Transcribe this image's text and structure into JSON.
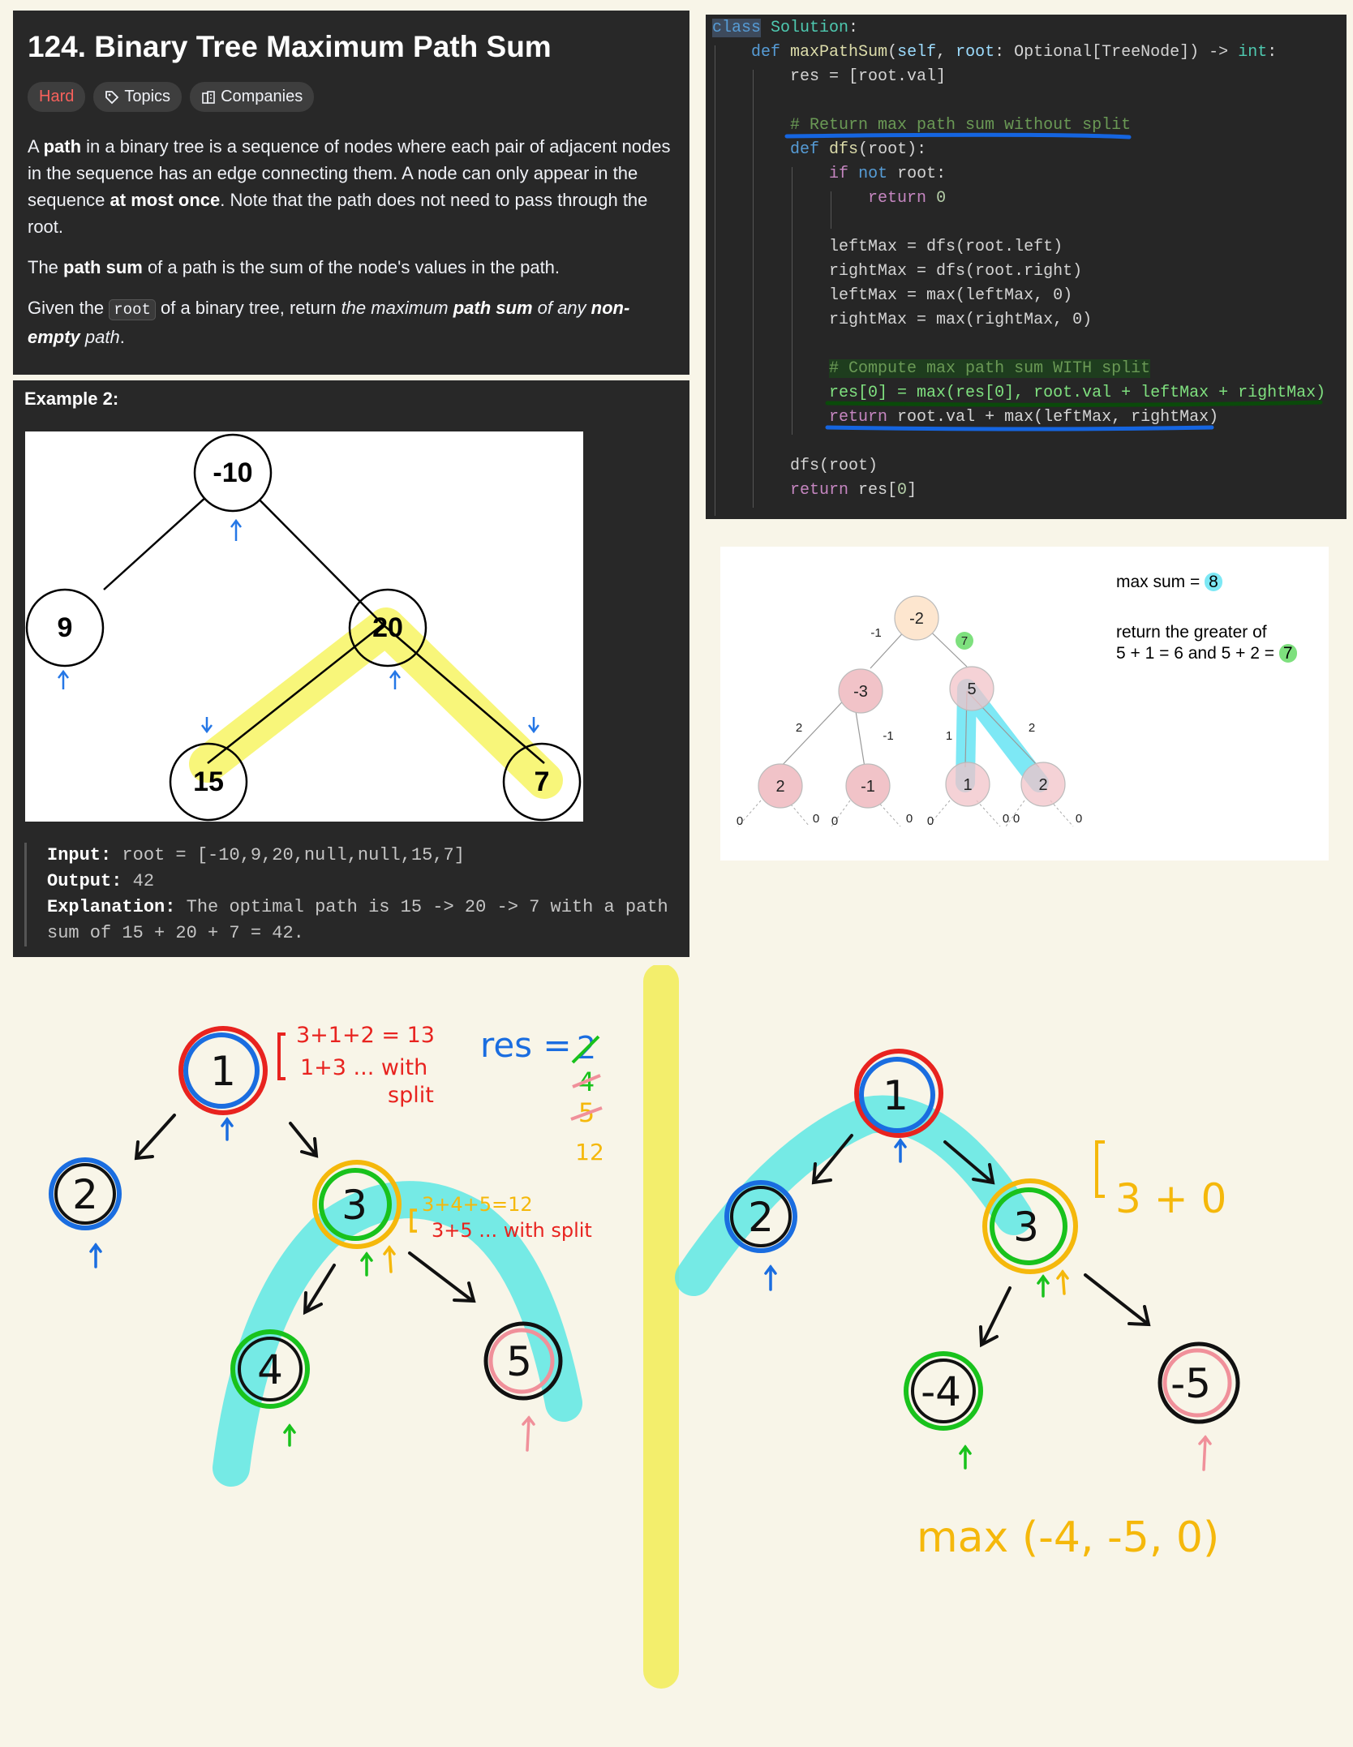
{
  "problem": {
    "title": "124. Binary Tree Maximum Path Sum",
    "difficulty": "Hard",
    "topics_label": "Topics",
    "companies_label": "Companies",
    "p1": {
      "a": "A ",
      "b": "path",
      "c": " in a binary tree is a sequence of nodes where each pair of adjacent nodes in the sequence has an edge connecting them. A node can only appear in the sequence ",
      "d": "at most once",
      "e": ". Note that the path does not need to pass through the root."
    },
    "p2": {
      "a": "The ",
      "b": "path sum",
      "c": " of a path is the sum of the node's values in the path."
    },
    "p3": {
      "a": "Given the ",
      "code": "root",
      "b": " of a binary tree, return ",
      "c": "the maximum ",
      "d": "path sum",
      "e": " of any ",
      "f": "non-empty",
      "g": " path",
      "h": "."
    }
  },
  "example": {
    "label": "Example 2:",
    "tree": {
      "root": "-10",
      "left": "9",
      "right": "20",
      "right_left": "15",
      "right_right": "7"
    },
    "input_label": "Input:",
    "input_value": "root = [-10,9,20,null,null,15,7]",
    "output_label": "Output:",
    "output_value": "42",
    "explanation_label": "Explanation:",
    "explanation_line1": "The optimal path is 15 -> 20 -> 7 with a path",
    "explanation_line2": "sum of 15 + 20 + 7 = 42."
  },
  "code": {
    "l1_kw": "class",
    "l1_name": "Solution",
    "l1_end": ":",
    "l2_kw": "def",
    "l2_fn": "maxPathSum",
    "l2_a": "(",
    "l2_self": "self",
    "l2_b": ", ",
    "l2_root": "root",
    "l2_c": ": Optional[TreeNode]) -> ",
    "l2_int": "int",
    "l2_d": ":",
    "l3": "res = [root.val]",
    "l5": "# Return max path sum without split",
    "l6_kw": "def",
    "l6_fn": "dfs",
    "l6_rest": "(root):",
    "l7_if": "if",
    "l7_not": "not",
    "l7_rest": " root:",
    "l8_kw": "return",
    "l8_num": "0",
    "l10": "leftMax = dfs(root.left)",
    "l11": "rightMax = dfs(root.right)",
    "l12": "leftMax = max(leftMax, 0)",
    "l13": "rightMax = max(rightMax, 0)",
    "l15": "# Compute max path sum WITH split",
    "l16": "res[0] = max(res[0], root.val + leftMax + rightMax)",
    "l17_kw": "return",
    "l17_rest": " root.val + max(leftMax, rightMax)",
    "l19": "dfs(root)",
    "l20_kw": "return",
    "l20_a": " res[",
    "l20_num": "0",
    "l20_b": "]"
  },
  "diagram": {
    "nodes": {
      "root": "-2",
      "l": "-3",
      "r": "5",
      "ll": "2",
      "lr": "-1",
      "rl": "1",
      "rr": "2"
    },
    "edge_labels": {
      "root_l": "-1",
      "root_r": "7",
      "l_ll": "2",
      "l_lr": "-1",
      "r_rl": "1",
      "r_rr": "2",
      "z": "0"
    },
    "max_sum_label": "max sum = ",
    "max_sum_value": "8",
    "return_line1": "return the greater of",
    "return_line2": "5 + 1 = 6 and 5 + 2 = ",
    "return_value": "7"
  },
  "whiteboard": {
    "left_tree": {
      "root": "1",
      "left": "2",
      "right": "3",
      "right_left": "4",
      "right_right": "5"
    },
    "note_root_1": "3+1+2 = 13",
    "note_root_2": "1+3 ... with",
    "note_root_3": "split",
    "res_label": "res =",
    "res_values": [
      "2",
      "4",
      "5",
      "12"
    ],
    "note_3_1": "3+4+5=12",
    "note_3_2": "3+5 ... with split",
    "right_tree": {
      "root": "1",
      "left": "2",
      "right": "3",
      "right_left": "-4",
      "right_right": "-5"
    },
    "note_right": "3 + 0",
    "max_expr": "max (-4, -5, 0)"
  },
  "colors": {
    "red": "#e8231f",
    "blue": "#1a6de0",
    "green": "#19c21c",
    "orange": "#f5b80b",
    "pink": "#f0909a",
    "cyan": "#5ee8e4",
    "yellow": "#f3ee6c"
  }
}
